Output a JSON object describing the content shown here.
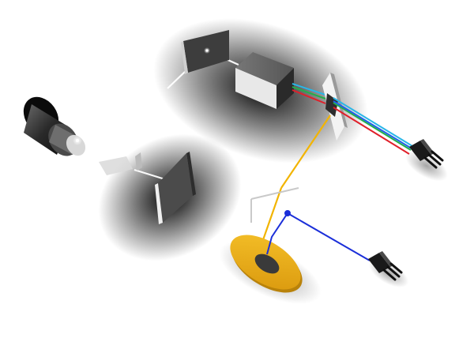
{
  "diagram": {
    "kind": "optical-setup",
    "colors": {
      "background": "#ffffff",
      "white_beam": "#ffffff",
      "red_beam": "#e0202a",
      "green_beam": "#22b04b",
      "blue_beam": "#2060e8",
      "cyan_beam": "#29b6e8",
      "yellow_beam": "#f2b400",
      "fiber_blue": "#1b2fd9",
      "plate_gold": "#e6a817",
      "component_dark": "#3a3a3a"
    },
    "components": [
      {
        "name": "light-source",
        "icon": "lamp-cylinder-icon"
      },
      {
        "name": "fold-mirror-left",
        "icon": "flat-mirror-icon"
      },
      {
        "name": "mirror-top",
        "icon": "flat-mirror-icon"
      },
      {
        "name": "beam-combiner-cube",
        "icon": "cube-icon"
      },
      {
        "name": "dichroic-splitter",
        "icon": "splitter-plate-icon"
      },
      {
        "name": "fiber-connector-right",
        "icon": "fiber-connector-icon"
      },
      {
        "name": "gold-plate-detector",
        "icon": "annular-plate-icon"
      },
      {
        "name": "fiber-connector-lower",
        "icon": "fiber-connector-icon"
      }
    ]
  }
}
